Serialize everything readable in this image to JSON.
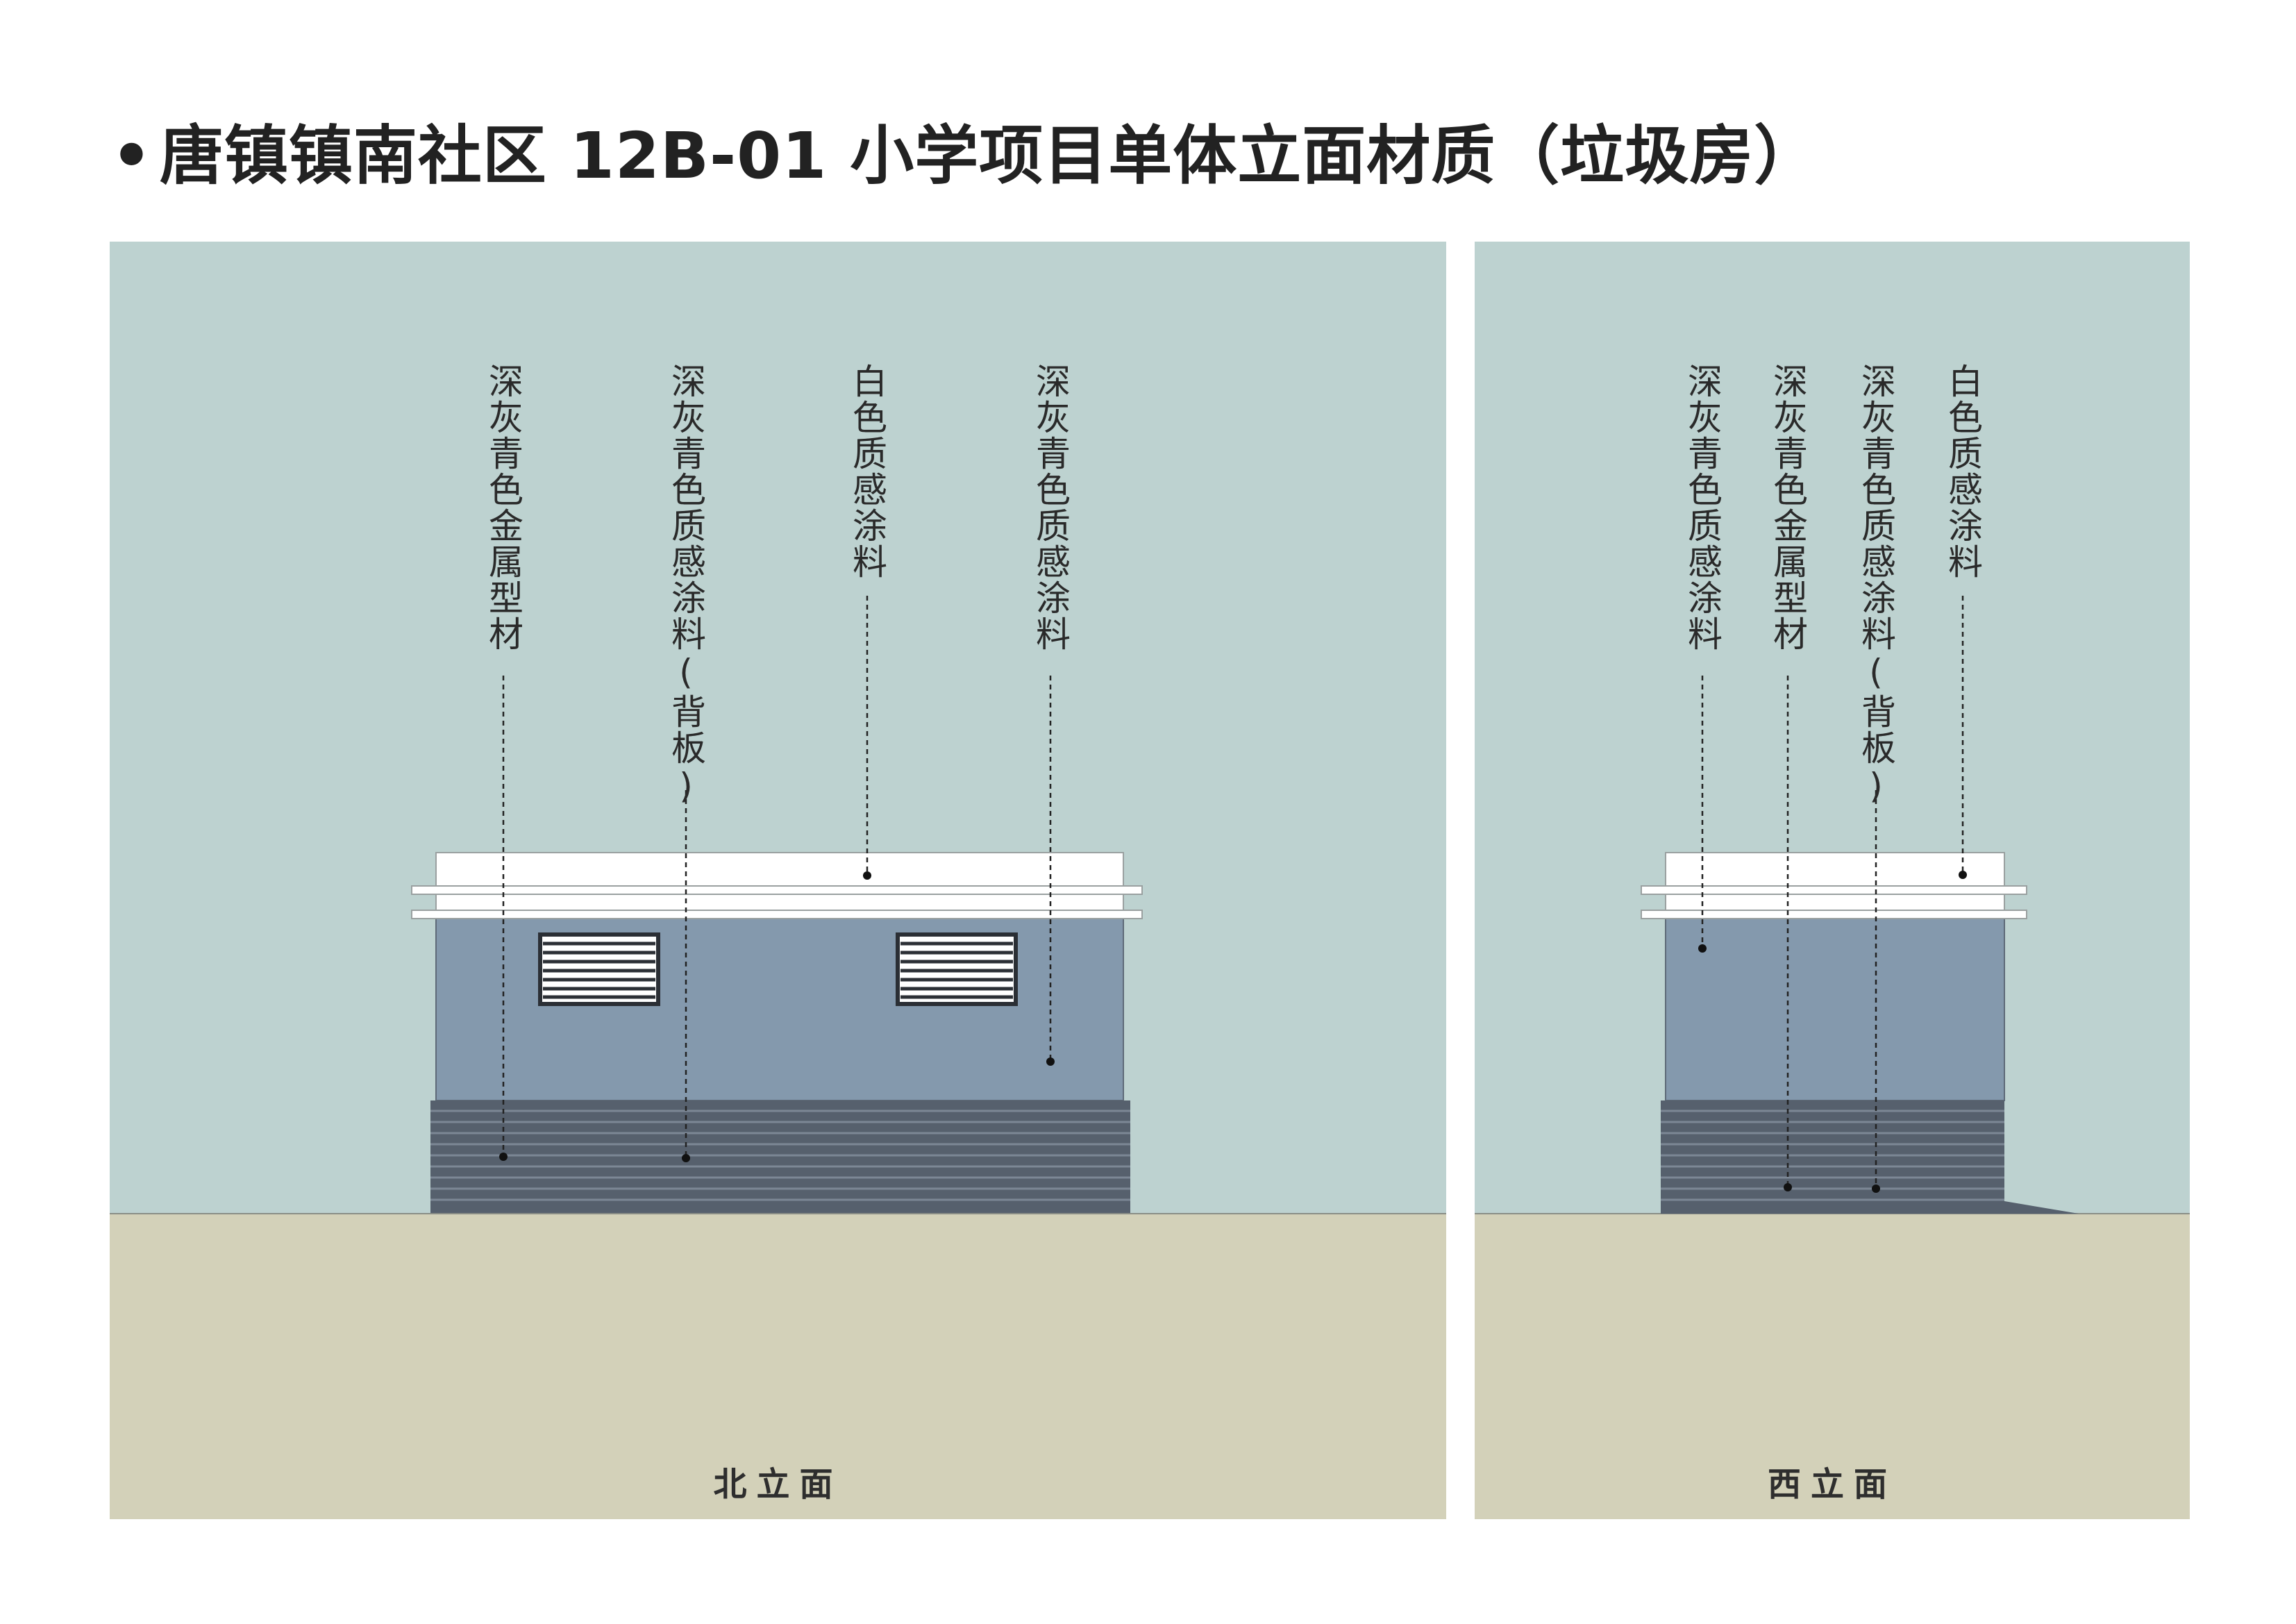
{
  "title": "唐镇镇南社区 12B-01 小学项目单体立面材质（垃圾房）",
  "colors": {
    "sky": "#bdd2d0",
    "ground": "#d3d1b9",
    "wall": "#8499ad",
    "base": "#56606d",
    "roof": "#ffffff",
    "louver": "#2b2f35"
  },
  "elevations": [
    {
      "label": "北立面",
      "callouts": [
        "深灰青色金属型材",
        "深灰青色质感涂料(背板)",
        "白色质感涂料",
        "深灰青色质感涂料"
      ]
    },
    {
      "label": "西立面",
      "callouts": [
        "深灰青色质感涂料",
        "深灰青色金属型材",
        "深灰青色质感涂料(背板)",
        "白色质感涂料"
      ]
    }
  ]
}
